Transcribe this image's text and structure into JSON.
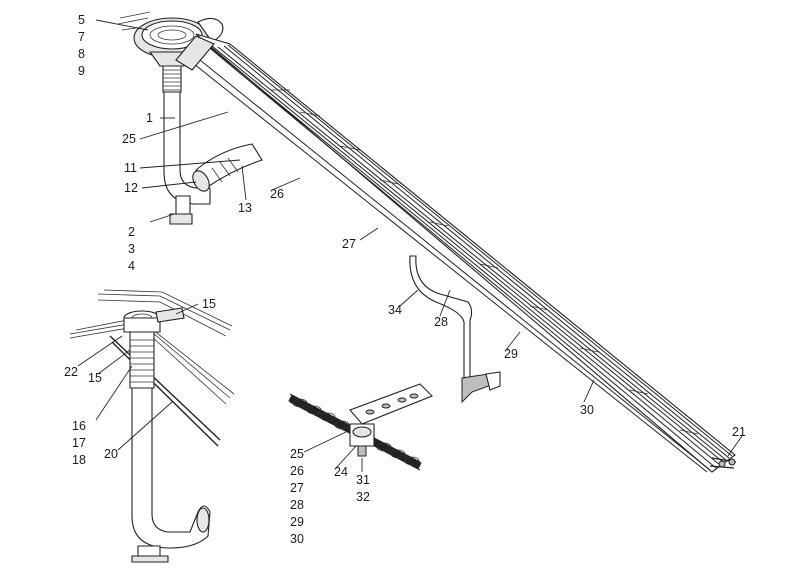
{
  "callouts": {
    "top_left_stack": [
      "5",
      "7",
      "8",
      "9"
    ],
    "l1": "1",
    "l25": "25",
    "l11": "11",
    "l12": "12",
    "l13": "13",
    "l26": "26",
    "l27": "27",
    "stack_2_3_4": [
      "2",
      "3",
      "4"
    ],
    "l34": "34",
    "l28": "28",
    "l29": "29",
    "l30": "30",
    "l21": "21",
    "detail_left": {
      "l15_top": "15",
      "l22": "22",
      "l15": "15",
      "stack_16_17_18": [
        "16",
        "17",
        "18"
      ],
      "l20": "20"
    },
    "detail_chain": {
      "stack_left": [
        "25",
        "26",
        "27",
        "28",
        "29",
        "30"
      ],
      "l24": "24",
      "stack_31_32": [
        "31",
        "32"
      ]
    }
  }
}
